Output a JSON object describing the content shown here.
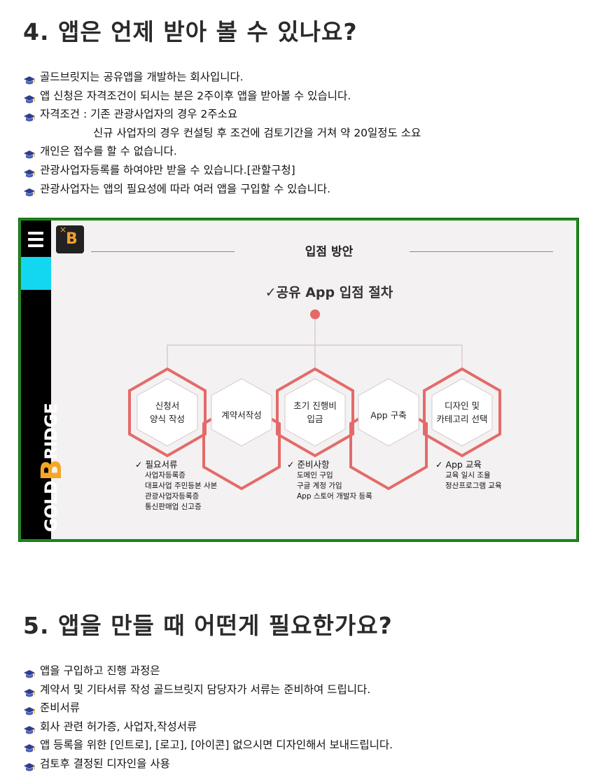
{
  "section4": {
    "title": "4. 앱은 언제 받아 볼 수 있나요?",
    "bullets": [
      "골드브릿지는 공유앱을 개발하는 회사입니다.",
      "앱 신청은 자격조건이 되시는 분은 2주이후 앱을 받아볼 수 있습니다.",
      "자격조건 : 기존 관광사업자의 경우 2주소요",
      "신규 사업자의 경우 컨설팅 후 조건에 검토기간을 거쳐  약 20일정도 소요",
      "개인은 접수를 할 수 없습니다.",
      "관광사업자등록를 하여야만 받을 수 있습니다.[관할구청]",
      "관광사업자는 앱의 필요성에 따라 여러 앱을 구입할 수 있습니다."
    ]
  },
  "banner": {
    "title": "입점 방안",
    "subtitle": "✓공유 App 입점 절차",
    "sidebar_logo": {
      "pre": "GOLD",
      "big": "B",
      "post": "RIDGE"
    },
    "badge_letter": "B",
    "badge_mark": "×",
    "steps": [
      {
        "label": "신청서\n양식 작성"
      },
      {
        "label": "계약서작성"
      },
      {
        "label": "초기 진행비\n입금"
      },
      {
        "label": "App 구축"
      },
      {
        "label": "디자인 및\n카테고리 선택"
      }
    ],
    "requirements": [
      {
        "title": "✓ 필요서류",
        "items": [
          "사업자등록증",
          "대표사업 주민등본 사본",
          "관광사업자등록증",
          "통신판매업 신고증"
        ]
      },
      {
        "title": "✓ 준비사항",
        "items": [
          "도메인 구입",
          "구글 계정 가입",
          "App 스토어 개발자 등록"
        ]
      },
      {
        "title": "✓ App 교육",
        "items": [
          "교육 일시 조율",
          "정산프로그램 교육"
        ]
      }
    ],
    "colors": {
      "border": "#1a8b1a",
      "accent": "#e46a6a",
      "cyan": "#13d6f1",
      "brand": "#f2a12c"
    }
  },
  "section5": {
    "title": "5. 앱을 만들 때 어떤게 필요한가요?",
    "bullets": [
      "앱을 구입하고 진행 과정은",
      "계약서 및 기타서류 작성 골드브릿지 담당자가 서류는 준비하여 드립니다.",
      "준비서류",
      "회사 관련 허가증, 사업자,작성서류",
      "앱 등록을 위한 [인트로], [로고], [아이콘] 없으시면 디자인해서 보내드립니다.",
      "검토후 결정된 디자인을 사용"
    ]
  },
  "icons": {
    "bullet": "graduation-cap-icon",
    "menu": "hamburger-menu-icon",
    "logo": "goldbridge-logo-icon"
  }
}
